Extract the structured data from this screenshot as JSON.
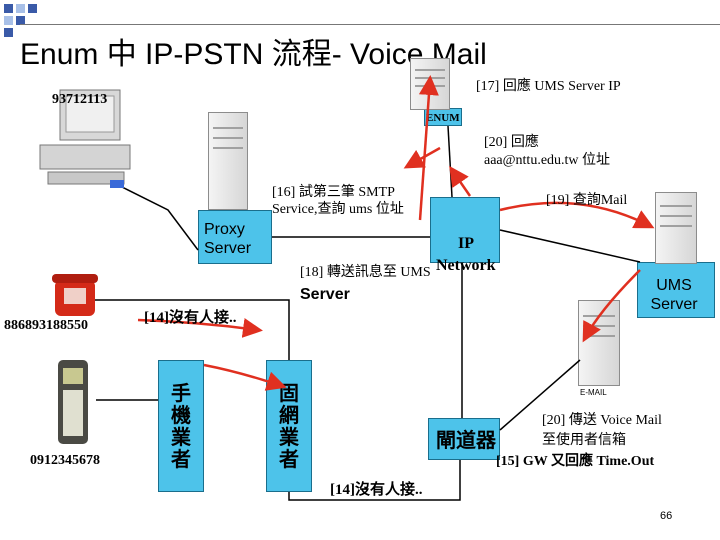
{
  "title": "Enum 中 IP-PSTN 流程- Voice Mail",
  "labels": {
    "pc_number": "93712113",
    "phone_number": "886893188550",
    "mobile_number": "0912345678",
    "enum_label": "ENUM",
    "proxy_server": "Proxy Server",
    "ip_network": "IP Network",
    "ums_server": "UMS Server",
    "email_label": "E-MAIL",
    "mobile_operator": "手機業者",
    "fixed_operator": "固網業者",
    "gateway": "閘道器",
    "page_number": "66"
  },
  "steps": {
    "s14a": "[14]沒有人接..",
    "s14b": "[14]沒有人接..",
    "s15": "[15] GW 又回應 Time.Out",
    "s16": "[16] 試第三筆 SMTP Service,查詢 ums 位址",
    "s17": "[17] 回應 UMS Server IP",
    "s18a": "[18] 轉送訊息至 UMS",
    "s18b": "Server",
    "s19": "[19] 查詢Mail",
    "s20a": "[20] 回應",
    "s20b": "aaa@nttu.edu.tw 位址",
    "s20c": "[20] 傳送 Voice Mail",
    "s20d": "至使用者信箱"
  },
  "colors": {
    "box_fill": "#4dc3ea",
    "arrow_red": "#e03020",
    "line_black": "#000000",
    "bullet_blue": "#3a5aa8",
    "bullet_light": "#a8c0e8"
  }
}
